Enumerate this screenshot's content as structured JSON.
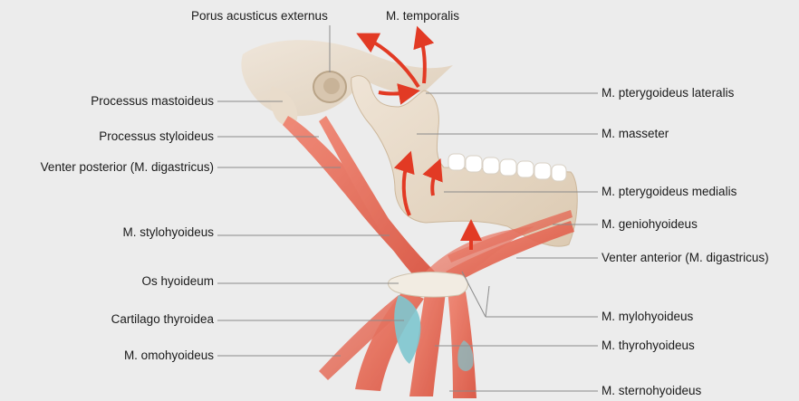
{
  "labels": {
    "porus": "Porus acusticus externus",
    "temporalis": "M. temporalis",
    "mastoid": "Processus mastoideus",
    "styloid": "Processus styloideus",
    "venter_posterior": "Venter posterior (M. digastricus)",
    "stylohyoid": "M. stylohyoideus",
    "os_hyoid": "Os hyoideum",
    "thyroid_cart": "Cartilago thyroidea",
    "omohyoid": "M. omohyoideus",
    "pterygoid_lateral": "M. pterygoideus lateralis",
    "masseter": "M. masseter",
    "pterygoid_medial": "M. pterygoideus medialis",
    "geniohyoid": "M. geniohyoideus",
    "venter_anterior": "Venter anterior (M. digastricus)",
    "mylohyoid": "M. mylohyoideus",
    "thyrohyoid": "M. thyrohyoideus",
    "sternohyoid": "M. sternohyoideus"
  },
  "colors": {
    "background": "#ececec",
    "bone": "#e6d8c6",
    "muscle": "#e8624e",
    "arrow": "#e23a24",
    "cartilage": "#7ec6cf",
    "leader": "#8a8a8a"
  }
}
